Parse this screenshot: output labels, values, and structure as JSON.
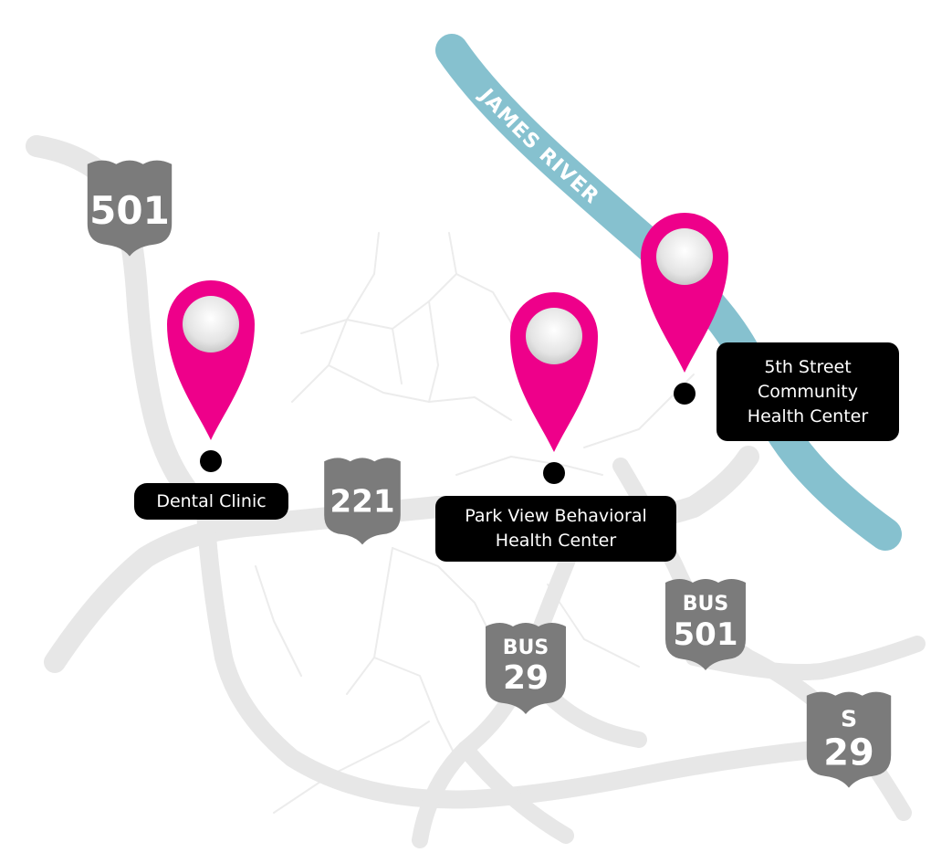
{
  "river": {
    "label": "JAMES RIVER",
    "color": "#86c1cf"
  },
  "colors": {
    "pin": "#ee008a",
    "shield": "#7b7b7b",
    "road": "#e7e7e7",
    "label_bg": "#000000",
    "label_text": "#ffffff"
  },
  "shields": [
    {
      "id": "us-501",
      "top": "",
      "num": "501"
    },
    {
      "id": "us-221",
      "top": "",
      "num": "221"
    },
    {
      "id": "bus-29",
      "top": "BUS",
      "num": "29"
    },
    {
      "id": "bus-501",
      "top": "BUS",
      "num": "501"
    },
    {
      "id": "s-29",
      "top": "S",
      "num": "29"
    }
  ],
  "locations": [
    {
      "id": "dental-clinic",
      "lines": [
        "Dental Clinic"
      ]
    },
    {
      "id": "park-view",
      "lines": [
        "Park View Behavioral",
        "Health Center"
      ]
    },
    {
      "id": "fifth-street",
      "lines": [
        "5th Street",
        "Community",
        "Health Center"
      ]
    }
  ]
}
